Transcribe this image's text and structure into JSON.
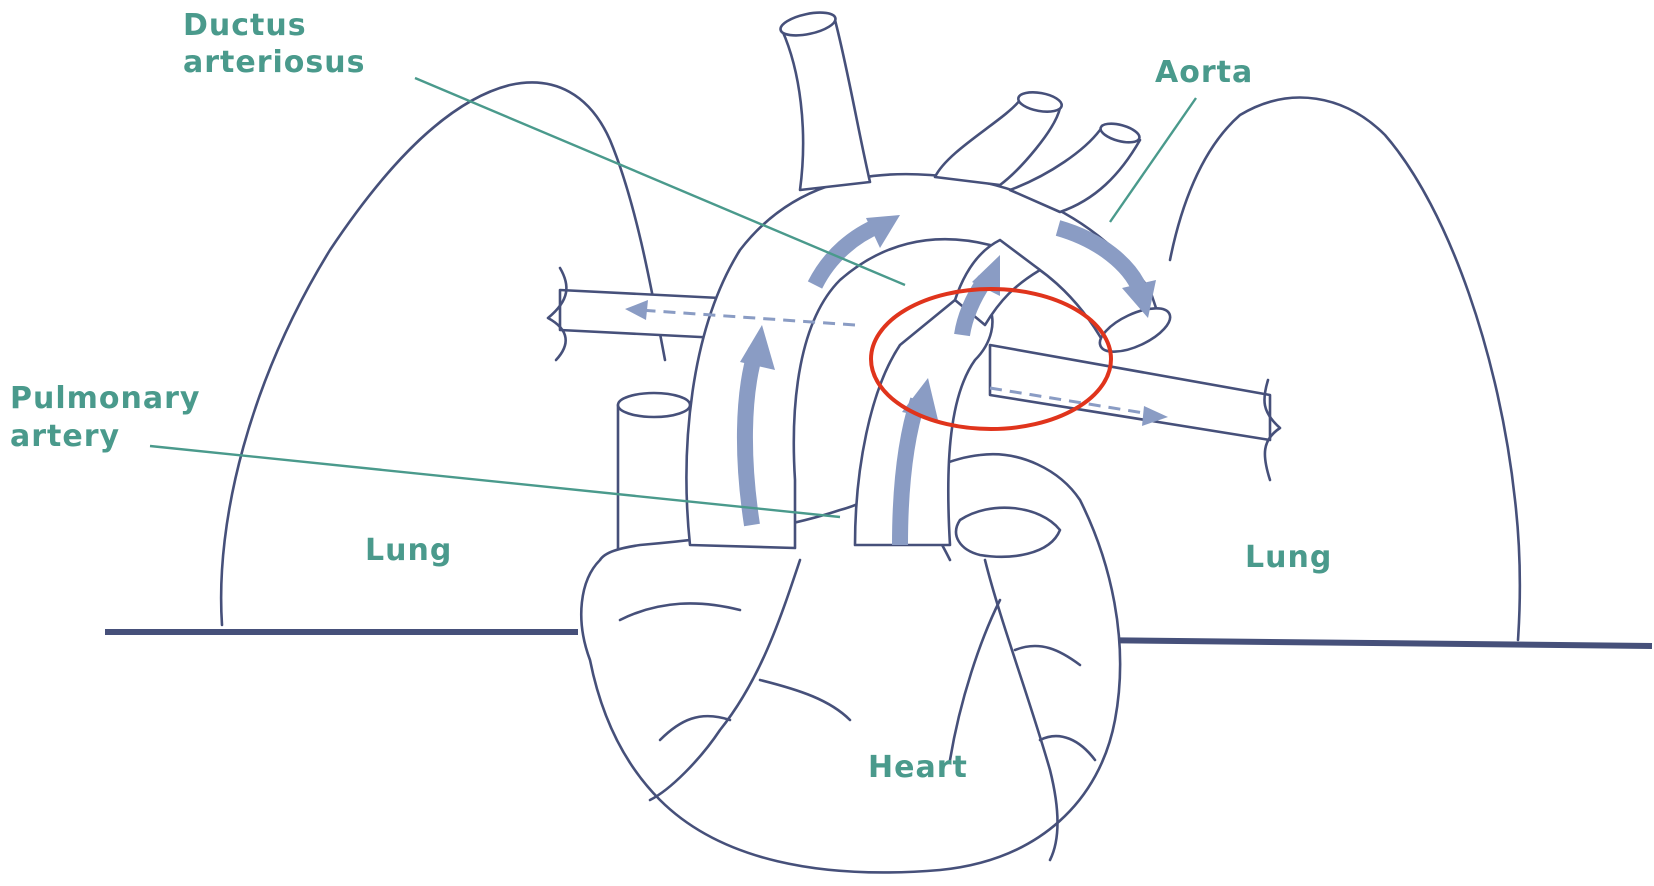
{
  "labels": {
    "ductus_line1": "Ductus",
    "ductus_line2": "arteriosus",
    "aorta": "Aorta",
    "pulmonary_line1": "Pulmonary",
    "pulmonary_line2": "artery",
    "lung_left": "Lung",
    "lung_right": "Lung",
    "heart": "Heart"
  },
  "colors": {
    "label": "#4a9a8c",
    "outline": "#46507a",
    "flow_arrow": "#8a9cc4",
    "highlight_circle": "#e0341c"
  }
}
